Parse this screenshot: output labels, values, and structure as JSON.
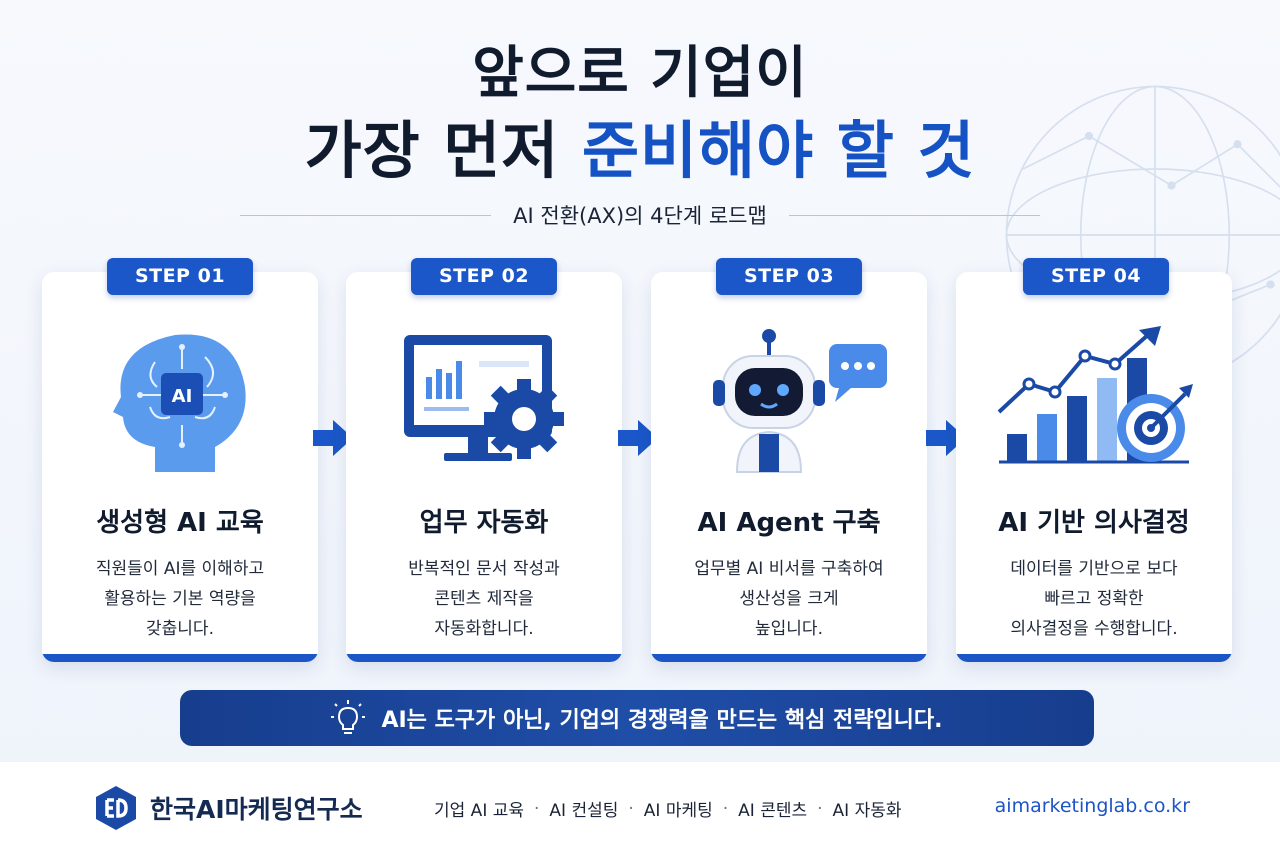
{
  "title": {
    "line1": "앞으로 기업이",
    "line2_plain": "가장 먼저",
    "line2_accent": "준비해야 할 것"
  },
  "subtitle": "AI 전환(AX)의 4단계 로드맵",
  "steps": [
    {
      "badge": "STEP 01",
      "title": "생성형 AI 교육",
      "desc": "직원들이 AI를 이해하고\n활용하는 기본 역량을\n갖춥니다.",
      "icon": "ai-brain-head-icon",
      "icon_text": "AI"
    },
    {
      "badge": "STEP 02",
      "title": "업무 자동화",
      "desc": "반복적인 문서 작성과\n콘텐츠 제작을\n자동화합니다.",
      "icon": "monitor-gear-icon"
    },
    {
      "badge": "STEP 03",
      "title": "AI Agent 구축",
      "desc": "업무별 AI 비서를 구축하여\n생산성을 크게\n높입니다.",
      "icon": "robot-chat-icon"
    },
    {
      "badge": "STEP 04",
      "title": "AI 기반 의사결정",
      "desc": "데이터를 기반으로 보다\n빠르고 정확한\n의사결정을 수행합니다.",
      "icon": "growth-chart-target-icon"
    }
  ],
  "banner": {
    "text": "AI는 도구가 아닌, 기업의 경쟁력을 만드는 핵심 전략입니다.",
    "icon": "lightbulb-icon"
  },
  "footer": {
    "org_name": "한국AI마케팅연구소",
    "services": [
      "기업 AI 교육",
      "AI 컨설팅",
      "AI 마케팅",
      "AI 콘텐츠",
      "AI 자동화"
    ],
    "separator": "·",
    "website": "aimarketinglab.co.kr"
  },
  "colors": {
    "accent": "#1552c4",
    "title": "#111b2e",
    "banner": "#1f4ea8",
    "card_bar": "#1c55c6"
  }
}
